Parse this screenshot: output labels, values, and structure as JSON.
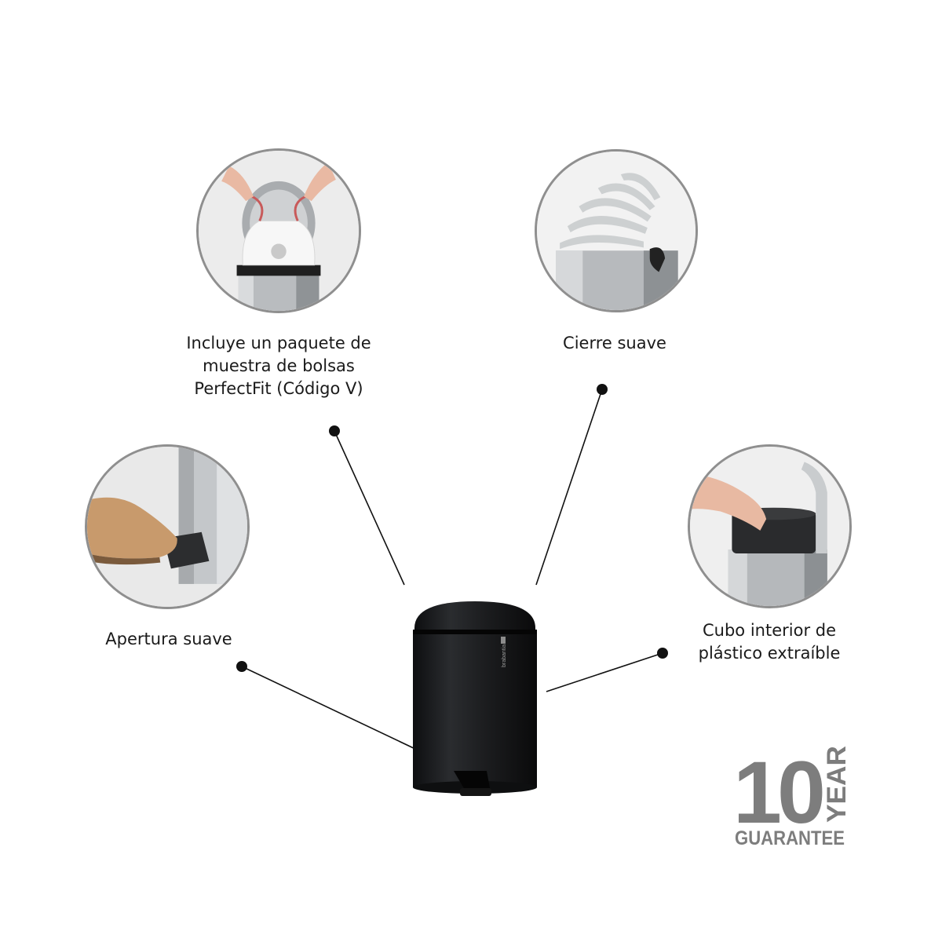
{
  "features": {
    "bags": {
      "lines": [
        "Incluye un paquete de",
        "muestra de bolsas",
        "PerfectFit (Código V)"
      ]
    },
    "soft_close": {
      "lines": [
        "Cierre suave"
      ]
    },
    "soft_open": {
      "lines": [
        "Apertura suave"
      ]
    },
    "inner_bucket": {
      "lines": [
        "Cubo interior de",
        "plástico extraíble"
      ]
    }
  },
  "product": {
    "brand_text": "brabantia",
    "color": "#17181a"
  },
  "badge": {
    "number": "10",
    "year": "YEAR",
    "guarantee": "GUARANTEE",
    "color": "#7d7d7d"
  },
  "colors": {
    "ring": "#8f8f8f",
    "connector": "#111111"
  }
}
